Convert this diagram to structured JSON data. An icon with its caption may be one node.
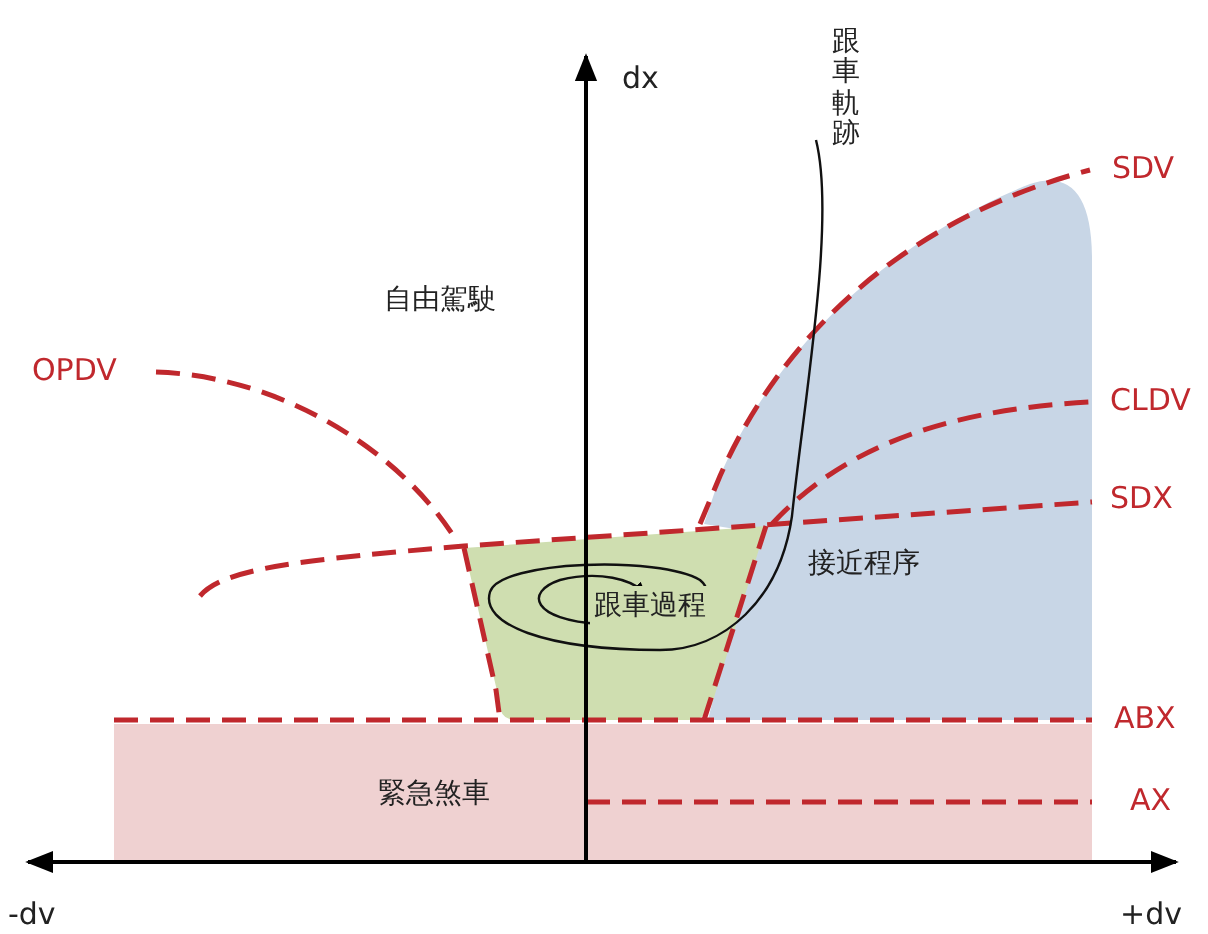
{
  "diagram": {
    "nodes": [
      {
        "text": [
          "接近程序"
        ]
      },
      {
        "text": [
          "跟車過程"
        ]
      },
      {
        "text": [
          "緊急煞車"
        ]
      }
    ],
    "labels": [
      "dx",
      "跟車軌跡",
      "SDV",
      "自由駕駛",
      "OPDV",
      "CLDV",
      "SDX",
      "ABX",
      "AX",
      "-dv",
      "+dv"
    ]
  }
}
